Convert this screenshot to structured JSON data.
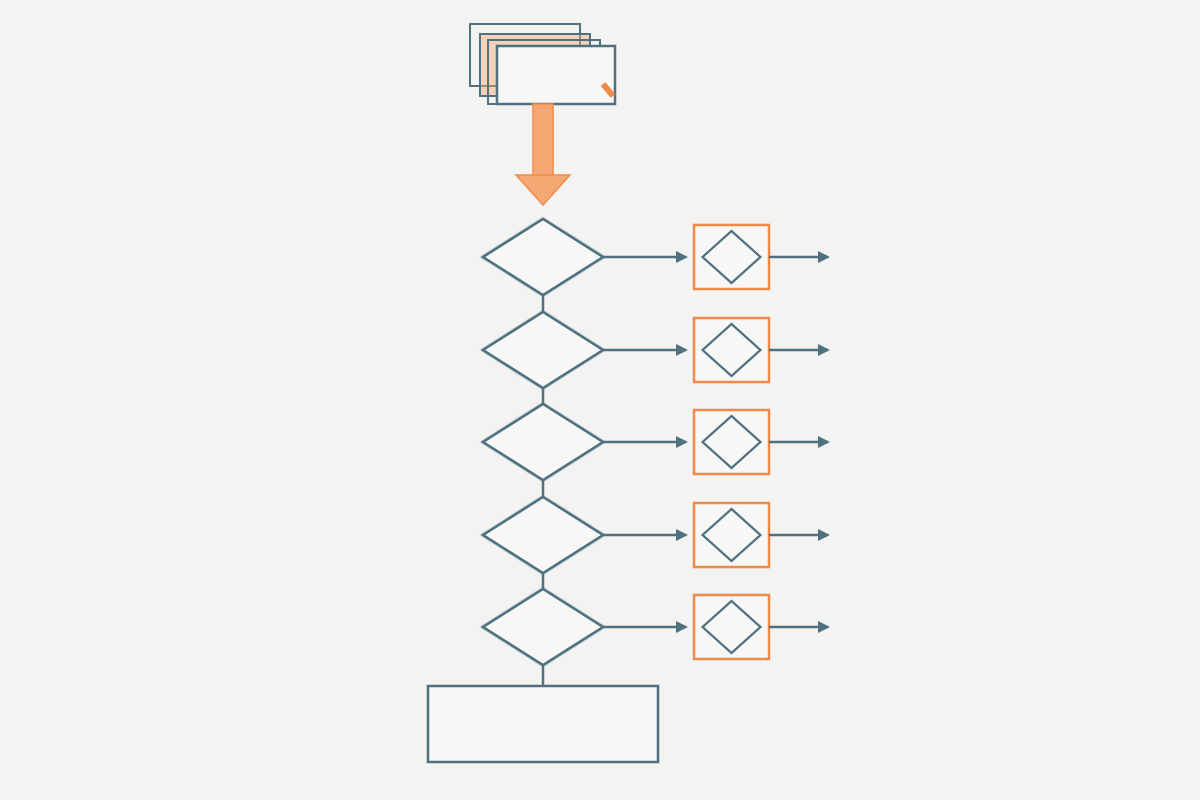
{
  "colors": {
    "background": "#f3f3f2",
    "line": "#4f7180",
    "accent": "#f08a4b",
    "accent_fill": "#f6a874",
    "box_fill": "#f7f7f6"
  },
  "diagram": {
    "type": "flowchart",
    "source": {
      "shape": "stacked-documents",
      "count": 3,
      "label": ""
    },
    "entry_arrow": {
      "style": "thick-orange"
    },
    "decisions": [
      {
        "label": "",
        "outcome": {
          "shape": "boxed-diamond",
          "label": ""
        }
      },
      {
        "label": "",
        "outcome": {
          "shape": "boxed-diamond",
          "label": ""
        }
      },
      {
        "label": "",
        "outcome": {
          "shape": "boxed-diamond",
          "label": ""
        }
      },
      {
        "label": "",
        "outcome": {
          "shape": "boxed-diamond",
          "label": ""
        }
      },
      {
        "label": "",
        "outcome": {
          "shape": "boxed-diamond",
          "label": ""
        }
      }
    ],
    "terminal": {
      "shape": "rectangle",
      "label": ""
    }
  }
}
